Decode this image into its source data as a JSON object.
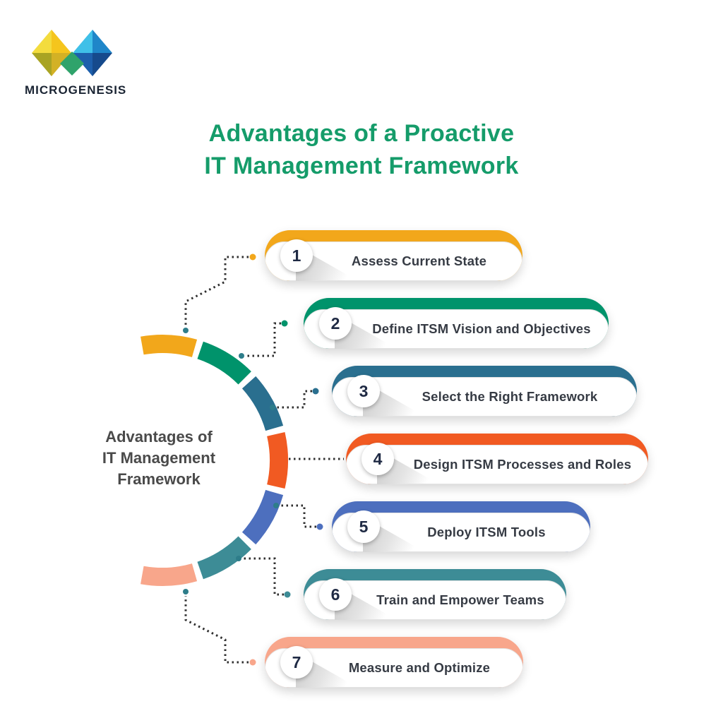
{
  "logo": {
    "brand_part1": "MICRO",
    "brand_part2": "GENESIS",
    "colors": {
      "yellow_light": "#F3DC3E",
      "yellow_dark": "#F5C51D",
      "olive": "#A9A423",
      "gold": "#D3B125",
      "cyan": "#3FC0E8",
      "blue_mid": "#1F86C9",
      "blue": "#1D5FAC",
      "navy": "#164A8C",
      "green": "#2FA36B"
    }
  },
  "title": {
    "line1": "Advantages of a Proactive",
    "line2": "IT Management Framework",
    "color": "#159C6A"
  },
  "center_label": {
    "line1": "Advantages of",
    "line2": "IT Management",
    "line3": "Framework"
  },
  "steps": [
    {
      "number": "1",
      "label": "Assess Current State",
      "color": "#F2A71B"
    },
    {
      "number": "2",
      "label": "Define ITSM Vision and Objectives",
      "color": "#00936B"
    },
    {
      "number": "3",
      "label": "Select the Right Framework",
      "color": "#2A6F8F"
    },
    {
      "number": "4",
      "label": "Design ITSM Processes and Roles",
      "color": "#F15A22"
    },
    {
      "number": "5",
      "label": "Deploy ITSM Tools",
      "color": "#4D6FBE"
    },
    {
      "number": "6",
      "label": "Train and Empower Teams",
      "color": "#3D8C96"
    },
    {
      "number": "7",
      "label": "Measure and Optimize",
      "color": "#F8A68B"
    }
  ],
  "connector": {
    "dot_color": "#2E7D8A",
    "line_color": "#2F2F2F"
  }
}
